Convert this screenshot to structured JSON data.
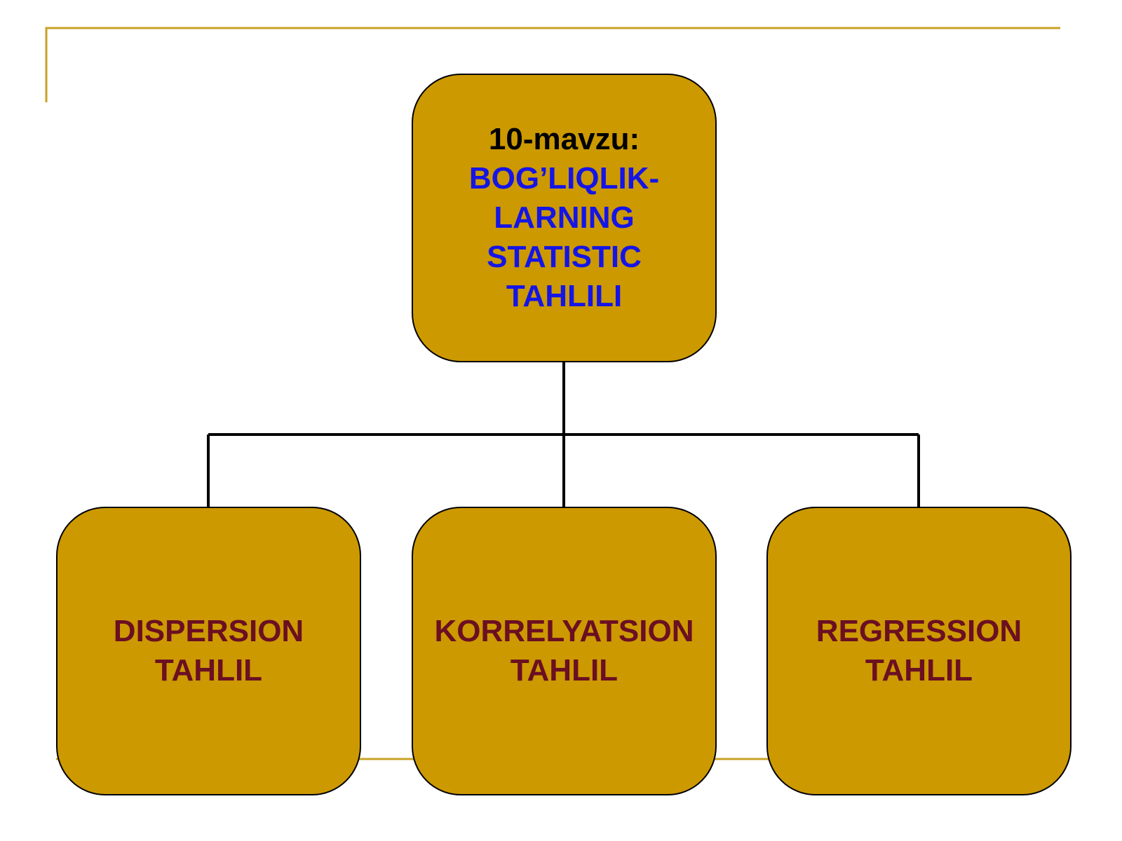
{
  "colors": {
    "accent": "#C9A227",
    "box_fill": "#CC9900",
    "box_border": "#000000",
    "title_heading": "#000000",
    "title_text": "#1515E6",
    "child_text": "#6B0F22"
  },
  "root": {
    "heading": "10-mavzu:",
    "lines": [
      "BOG’LIQLIK-",
      "LARNING",
      "STATISTIC",
      "TAHLILI"
    ]
  },
  "children": [
    {
      "lines": [
        "DISPERSION",
        "TAHLIL"
      ]
    },
    {
      "lines": [
        "KORRELYATSION",
        "TAHLIL"
      ]
    },
    {
      "lines": [
        "REGRESSION",
        "TAHLIL"
      ]
    }
  ]
}
